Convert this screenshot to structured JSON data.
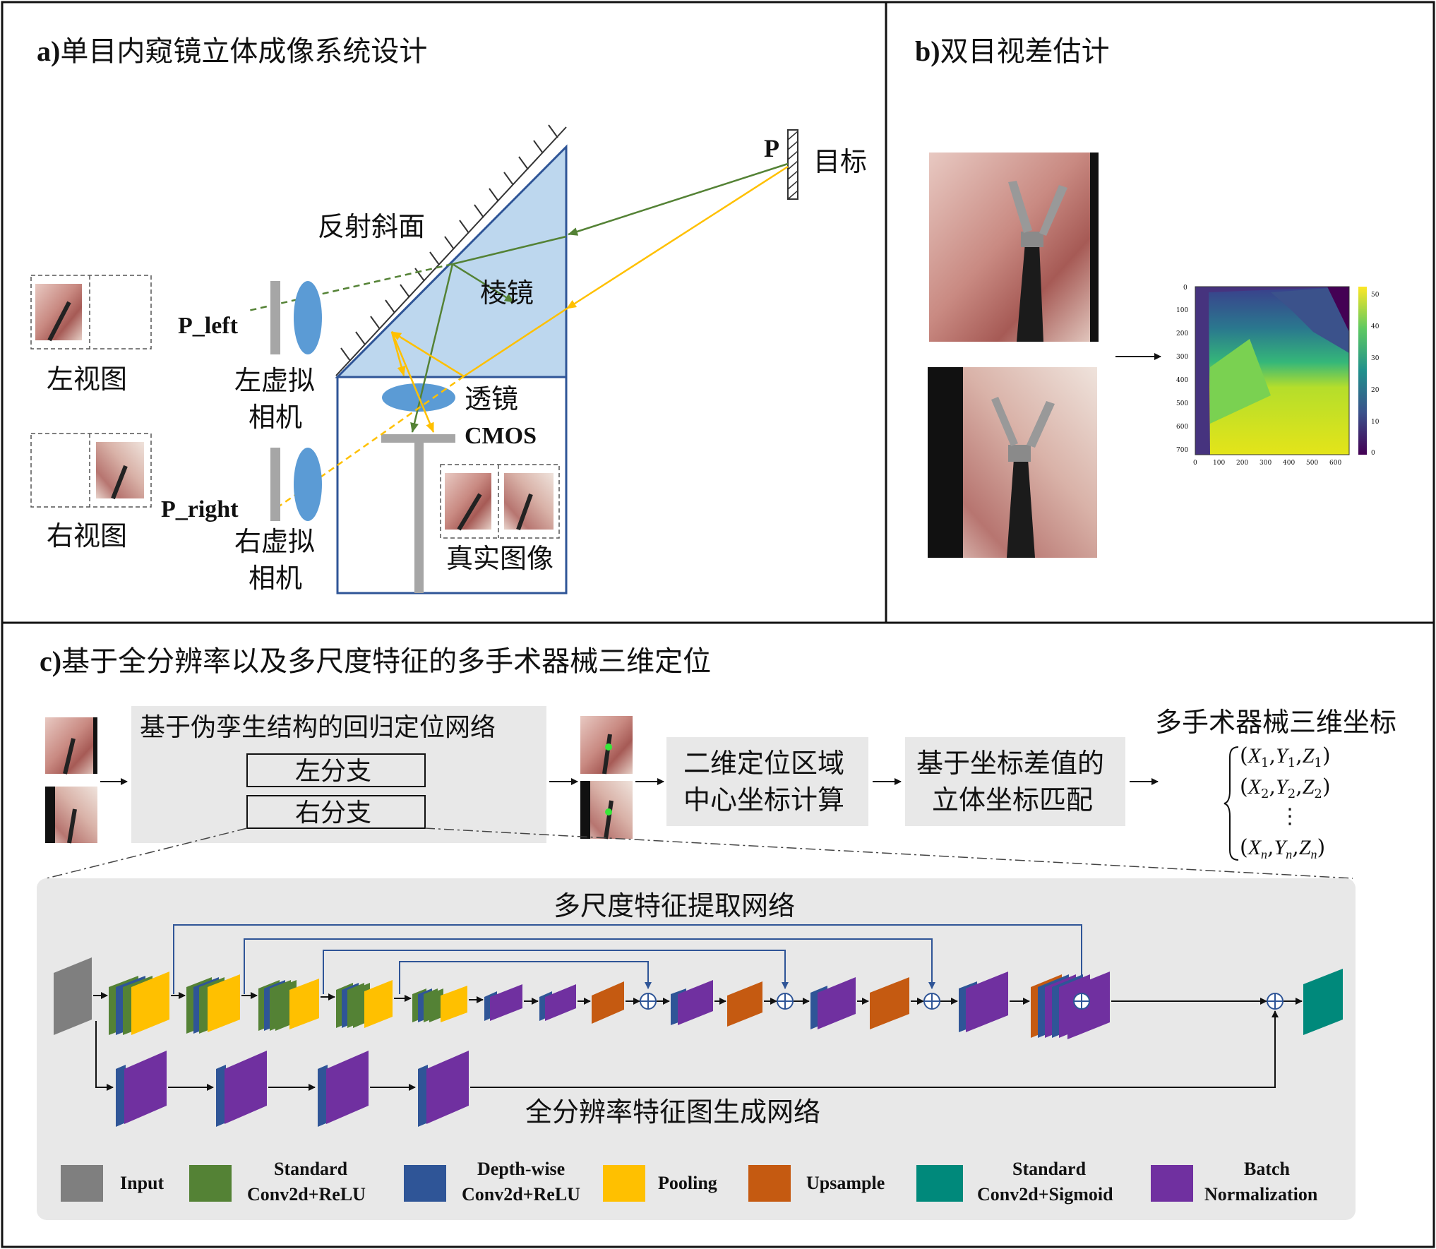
{
  "panel_a": {
    "letter": "a)",
    "title": "单目内窥镜立体成像系统设计",
    "target_point": "P",
    "target_label": "目标",
    "reflective_surface": "反射斜面",
    "prism": "棱镜",
    "lens": "透镜",
    "cmos": "CMOS",
    "p_left": "P_left",
    "p_right": "P_right",
    "left_view": "左视图",
    "right_view": "右视图",
    "left_virtual_camera": [
      "左虚拟",
      "相机"
    ],
    "right_virtual_camera": [
      "右虚拟",
      "相机"
    ],
    "real_image": "真实图像"
  },
  "panel_b": {
    "letter": "b)",
    "title": "双目视差估计",
    "colorbar_ticks": [
      "50",
      "40",
      "30",
      "20",
      "10",
      "0"
    ],
    "y_ticks": [
      "0",
      "100",
      "200",
      "300",
      "400",
      "500",
      "600",
      "700"
    ],
    "x_ticks": [
      "0",
      "100",
      "200",
      "300",
      "400",
      "500",
      "600"
    ]
  },
  "panel_c": {
    "letter": "c)",
    "title": "基于全分辨率以及多尺度特征的多手术器械三维定位",
    "network_title": "基于伪孪生结构的回归定位网络",
    "left_branch": "左分支",
    "right_branch": "右分支",
    "center_calc": [
      "二维定位区域",
      "中心坐标计算"
    ],
    "matching": [
      "基于坐标差值的",
      "立体坐标匹配"
    ],
    "output_title": "多手术器械三维坐标",
    "coords": [
      {
        "X": "X",
        "Y": "Y",
        "Z": "Z",
        "sub": "1"
      },
      {
        "X": "X",
        "Y": "Y",
        "Z": "Z",
        "sub": "2"
      },
      {
        "X": "X",
        "Y": "Y",
        "Z": "Z",
        "sub": "n"
      }
    ],
    "vdots": "⋮",
    "multi_scale": "多尺度特征提取网络",
    "full_res": "全分辨率特征图生成网络"
  },
  "legend": [
    {
      "label": [
        "Input"
      ],
      "color": "#7f7f7f"
    },
    {
      "label": [
        "Standard",
        "Conv2d+ReLU"
      ],
      "color": "#548235"
    },
    {
      "label": [
        "Depth-wise",
        "Conv2d+ReLU"
      ],
      "color": "#2f5597"
    },
    {
      "label": [
        "Pooling"
      ],
      "color": "#ffc000"
    },
    {
      "label": [
        "Upsample"
      ],
      "color": "#c55a11"
    },
    {
      "label": [
        "Standard",
        "Conv2d+Sigmoid"
      ],
      "color": "#00897b"
    },
    {
      "label": [
        "Batch",
        "Normalization"
      ],
      "color": "#7030a0"
    }
  ],
  "colors": {
    "prism": "#bdd7ee",
    "lens": "#5b9bd5",
    "green_ray": "#548235",
    "yellow_ray": "#ffc000",
    "box": "#2f5597",
    "gray_box": "#e8e8e8",
    "skip": "#2f5597"
  }
}
